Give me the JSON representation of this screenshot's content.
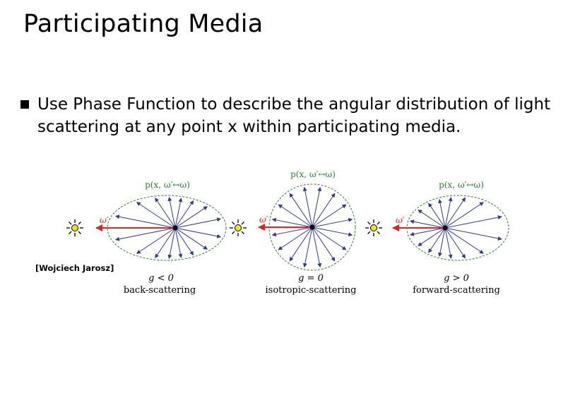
{
  "slide": {
    "title": "Participating Media",
    "bullet": "Use Phase Function to describe the angular distribution of light scattering at any point x within participating media.",
    "credit": "[Wojciech Jarosz]"
  },
  "phase_label": "p(x, ω′↔ω)",
  "incident_label": "ω′",
  "panels": [
    {
      "id": "back",
      "condition": "g < 0",
      "caption": "back-scattering"
    },
    {
      "id": "iso",
      "condition": "g = 0",
      "caption": "isotropic-scattering"
    },
    {
      "id": "forward",
      "condition": "g > 0",
      "caption": "forward-scattering"
    }
  ],
  "colors": {
    "incident": "#d62728",
    "scatter": "#2f3a8f",
    "envelope": "#2e7d32",
    "light_fill": "#f5e21b"
  }
}
